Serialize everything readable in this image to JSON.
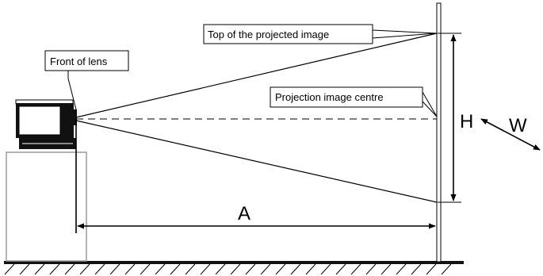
{
  "callouts": {
    "front_of_lens": "Front of lens",
    "top_of_image": "Top of the projected image",
    "image_centre": "Projection image centre"
  },
  "dimensions": {
    "throw_distance": "A",
    "image_height": "H",
    "image_width": "W"
  },
  "colors": {
    "line": "#000000",
    "stand_outline": "#9a9a9a",
    "floor": "#111111",
    "background": "#ffffff"
  }
}
